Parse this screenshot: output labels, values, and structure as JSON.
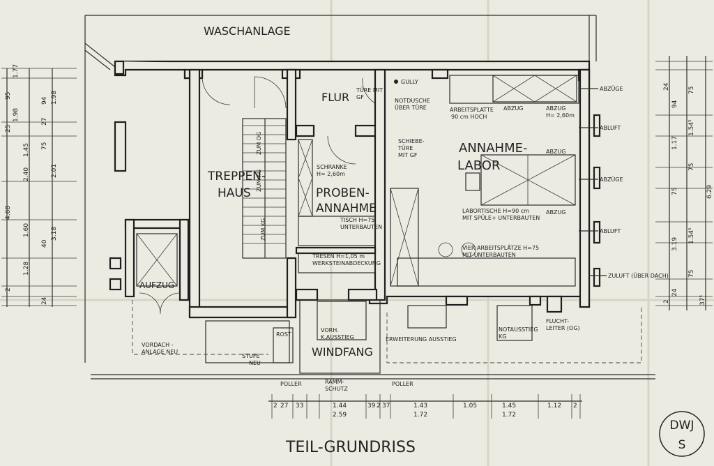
{
  "title": "TEIL-GRUNDRISS",
  "stamp": {
    "line1": "DWJ",
    "line2": "S"
  },
  "rooms": {
    "waschanlage": "WASCHANLAGE",
    "treppenhaus_1": "TREPPEN-",
    "treppenhaus_2": "HAUS",
    "flur": "FLUR",
    "probenannahme_1": "PROBEN-",
    "probenannahme_2": "ANNAHME",
    "annahmelabor_1": "ANNAHME-",
    "annahmelabor_2": "LABOR",
    "aufzug": "AUFZUG",
    "windfang": "WINDFANG"
  },
  "notes": {
    "gully": "GULLY",
    "tuere_mit_1": "TÜRE MIT",
    "tuere_mit_2": "GF",
    "notdusche_1": "NOTDUSCHE",
    "notdusche_2": "ÜBER TÜRE",
    "arbeitsplatte_1": "ARBEITSPLATTE",
    "arbeitsplatte_2": "90 cm HOCH",
    "abzug_a": "ABZUG",
    "abzug_b_1": "ABZUG",
    "abzug_b_2": "H= 2,60m",
    "abzug_c": "ABZUG",
    "abzug_d": "ABZUG",
    "schiebetuere_1": "SCHIEBE-",
    "schiebetuere_2": "TÜRE",
    "schiebetuere_3": "MIT GF",
    "schranke_1": "SCHRANKE",
    "schranke_2": "H= 2,60m",
    "tisch_1": "TISCH  H=75",
    "tisch_2": "UNTERBAUTEN",
    "labortische_1": "LABORTISCHE  H=90 cm",
    "labortische_2": "MIT SPÜLE+ UNTERBAUTEN",
    "vier_1": "VIER ARBEITSPLÄTZE  H=75",
    "vier_2": "MIT UNTERBAUTEN",
    "tresen_1": "TRESEN  H=1,05 m",
    "tresen_2": "WERKSTEINABDECKUNG",
    "zum_og": "ZUM OG",
    "zum_kg_1": "ZUM KG",
    "zum_kg_2": "ZUM KG",
    "rost": "ROST",
    "vorh_1": "VORH.",
    "vorh_2": "K.AUSSTIEG",
    "erweiterung": "ERWEITERUNG AUSSTIEG",
    "notausstieg_1": "NOTAUSSTIEG",
    "notausstieg_2": "KG",
    "fluchtleiter_1": "FLUCHT-",
    "fluchtleiter_2": "LEITER (OG)",
    "vordach_1": "VORDACH -",
    "vordach_2": "ANLAGE NEU",
    "stufe_1": "STUFE",
    "stufe_2": "NEU",
    "poller_left": "POLLER",
    "poller_right": "POLLER",
    "rammschutz_1": "RAMM-",
    "rammschutz_2": "SCHUTZ"
  },
  "right_labels": {
    "abzuege_1": "ABZÜGE",
    "abluft_1": "ABLUFT",
    "abzuege_2": "ABZÜGE",
    "abluft_2": "ABLUFT",
    "zuluft": "ZULUFT (ÜBER DACH)"
  },
  "dims_left": {
    "d177": "1.77",
    "d95": "95",
    "d198": "1.98",
    "d25": "25",
    "d145": "1.45",
    "d240": "2.40",
    "d468": "4.68",
    "d160": "1.60",
    "d128": "1.28",
    "d2": "2",
    "d24": "24",
    "d94": "94",
    "d198b": "1.98",
    "d27": "27",
    "d75": "75",
    "d201": "2.01",
    "d40": "40",
    "d318": "3.18"
  },
  "dims_right": {
    "d24": "24",
    "d75a": "75",
    "d94": "94",
    "d117": "1.17",
    "d154a": "1.54⁵",
    "d75b": "75",
    "d629": "6.29",
    "d75c": "75",
    "d319": "3.19",
    "d154b": "1.54⁵",
    "d75d": "75",
    "d24b": "24",
    "d2": "2",
    "d375": "37⁵"
  },
  "dims_bottom": {
    "b1": "2",
    "b2": "27",
    "b3": "33",
    "b4": "1.44",
    "b5": "39",
    "b6": "2",
    "b7": "37",
    "b8": "1.43",
    "b9": "1.05",
    "b10": "1.45",
    "b11": "1.12",
    "b12": "2",
    "b13": "2.59",
    "b14": "1.72",
    "b15": "1.72"
  }
}
